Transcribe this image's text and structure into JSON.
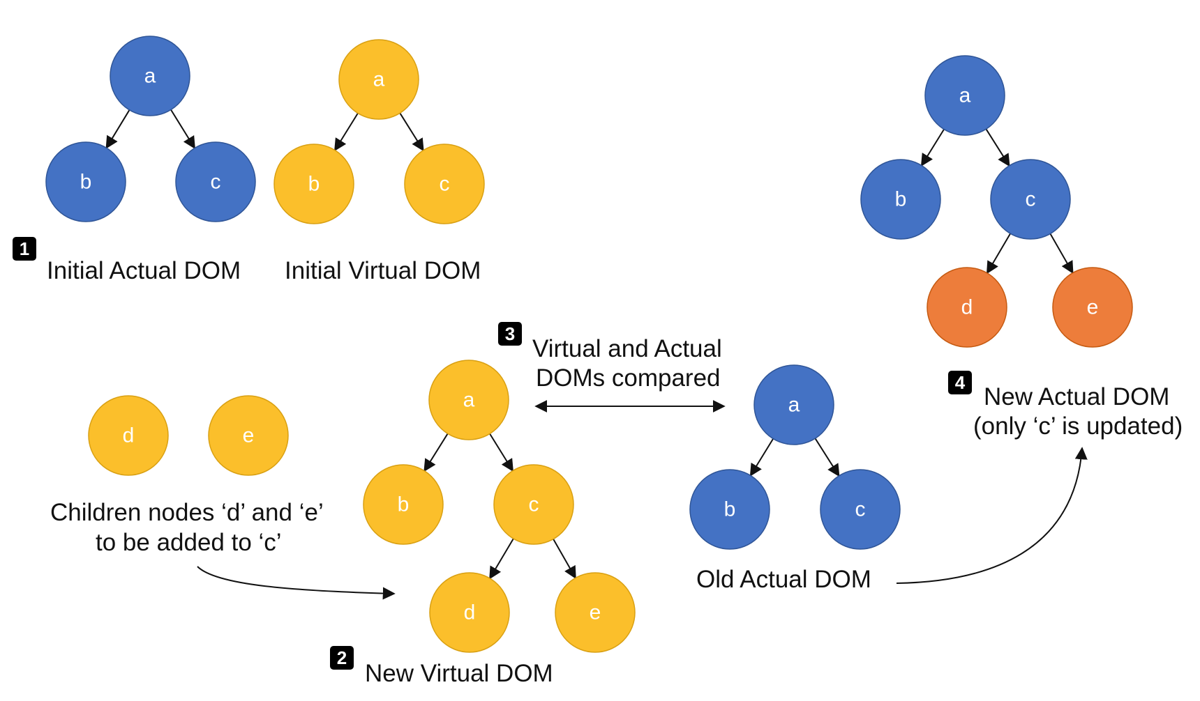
{
  "colors": {
    "actual": "#4472C4",
    "actual_stroke": "#2F5597",
    "virtual": "#FBBF2B",
    "virtual_stroke": "#D9A012",
    "updated": "#ED7D3B",
    "updated_stroke": "#C55A11",
    "badge": "#000000"
  },
  "steps": {
    "s1": {
      "number": "1",
      "caption_left": "Initial Actual DOM",
      "caption_right": "Initial Virtual DOM"
    },
    "s2": {
      "number": "2",
      "caption": "New Virtual DOM"
    },
    "s3": {
      "number": "3",
      "caption_line1": "Virtual and Actual",
      "caption_line2": "DOMs compared"
    },
    "s4": {
      "number": "4",
      "caption_line1": "New Actual DOM",
      "caption_line2": "(only ‘c’ is updated)"
    }
  },
  "children_note": {
    "line1": "Children nodes ‘d’ and ‘e’",
    "line2": "to be added to ‘c’"
  },
  "old_actual_caption": "Old Actual DOM",
  "node_labels": {
    "a": "a",
    "b": "b",
    "c": "c",
    "d": "d",
    "e": "e"
  }
}
